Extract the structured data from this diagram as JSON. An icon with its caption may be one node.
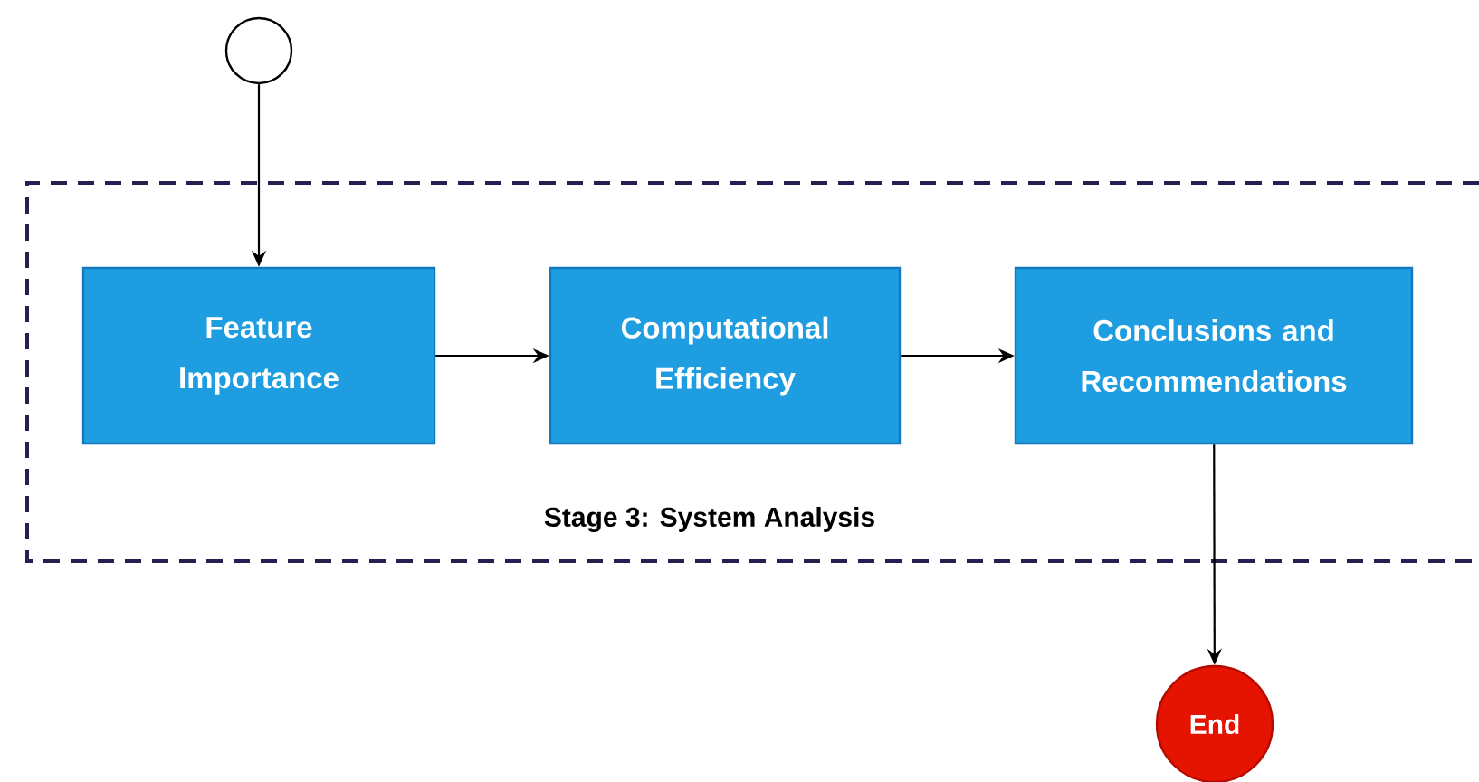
{
  "diagram": {
    "nodes": [
      {
        "text": [],
        "shape": "circle"
      },
      {
        "text": [
          "Stage 3:  System Analysis"
        ]
      },
      {
        "text": [
          "Feature Importance"
        ],
        "in": 1
      },
      {
        "text": [
          "Computational Efficiency"
        ],
        "in": 1
      },
      {
        "text": [
          "Conclusions and Recommendations"
        ],
        "in": 1
      },
      {
        "text": [
          "End"
        ]
      }
    ],
    "edges": [
      {
        "from": 0,
        "to": 2,
        "arrow": "to"
      },
      {
        "from": 2,
        "to": 3,
        "arrow": "to"
      },
      {
        "from": 3,
        "to": 4,
        "arrow": "to"
      },
      {
        "from": 4,
        "to": 5,
        "arrow": "to"
      }
    ]
  }
}
